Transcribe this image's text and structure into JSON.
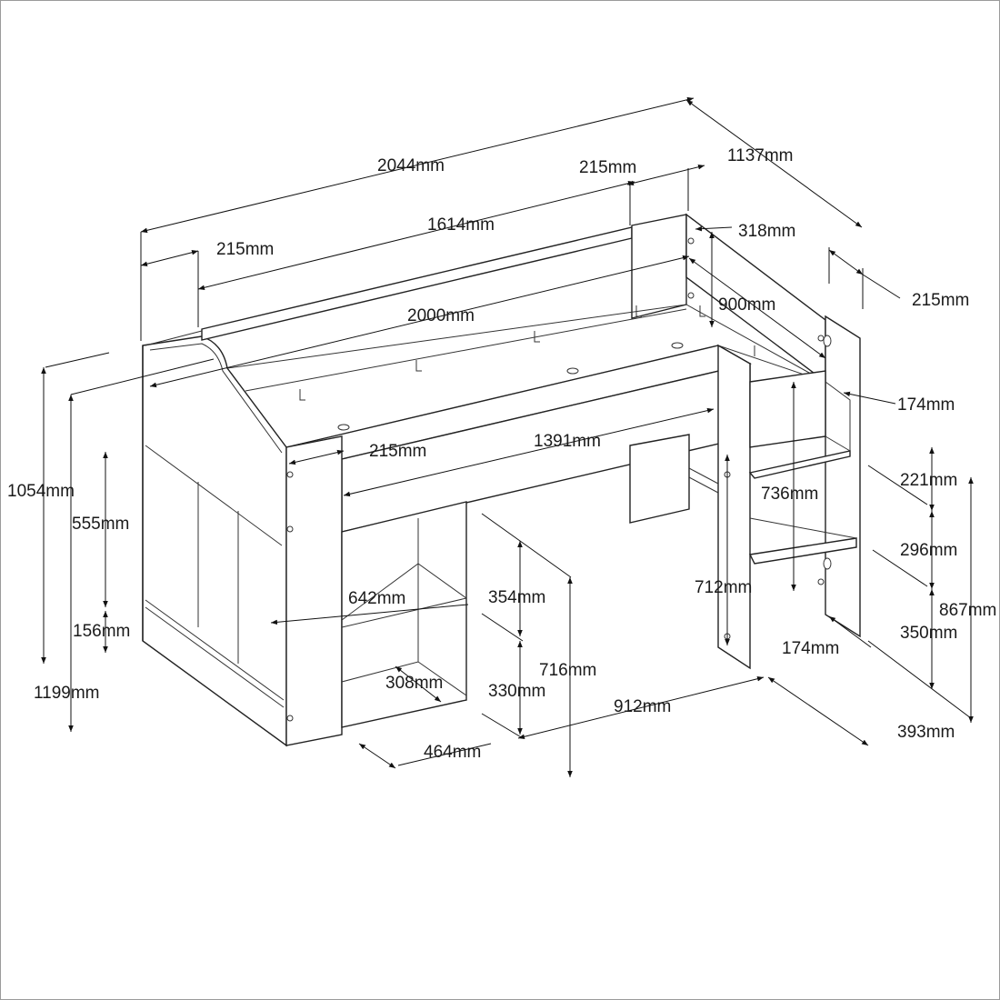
{
  "diagram": {
    "subject": "cabin bed dimensions line drawing",
    "dimensions": [
      {
        "id": "overall-length",
        "label": "2044mm"
      },
      {
        "id": "overall-depth",
        "label": "1137mm"
      },
      {
        "id": "rail-top-left",
        "label": "215mm"
      },
      {
        "id": "rail-top-right",
        "label": "215mm"
      },
      {
        "id": "rail-length",
        "label": "1614mm"
      },
      {
        "id": "head-end-depth",
        "label": "318mm"
      },
      {
        "id": "mattress-length",
        "label": "2000mm"
      },
      {
        "id": "mattress-width",
        "label": "900mm"
      },
      {
        "id": "post-right",
        "label": "215mm"
      },
      {
        "id": "ladder-step-depth-top",
        "label": "174mm"
      },
      {
        "id": "overall-height-front",
        "label": "1054mm"
      },
      {
        "id": "overall-height-back",
        "label": "1199mm"
      },
      {
        "id": "end-panel-upper",
        "label": "555mm"
      },
      {
        "id": "end-panel-lower",
        "label": "156mm"
      },
      {
        "id": "front-rail-height",
        "label": "215mm"
      },
      {
        "id": "front-rail-length",
        "label": "1391mm"
      },
      {
        "id": "ladder-height",
        "label": "736mm"
      },
      {
        "id": "step-gap-1",
        "label": "221mm"
      },
      {
        "id": "step-gap-2",
        "label": "296mm"
      },
      {
        "id": "step-gap-3",
        "label": "350mm"
      },
      {
        "id": "ladder-total",
        "label": "867mm"
      },
      {
        "id": "shelf-depth",
        "label": "642mm"
      },
      {
        "id": "shelf-upper",
        "label": "354mm"
      },
      {
        "id": "shelf-lower",
        "label": "330mm"
      },
      {
        "id": "shelf-width",
        "label": "308mm"
      },
      {
        "id": "clearance-height",
        "label": "716mm"
      },
      {
        "id": "leg-height",
        "label": "712mm"
      },
      {
        "id": "step-depth-bottom",
        "label": "174mm"
      },
      {
        "id": "underbed-length",
        "label": "912mm"
      },
      {
        "id": "ladder-footprint",
        "label": "393mm"
      },
      {
        "id": "shelf-footprint",
        "label": "464mm"
      }
    ]
  }
}
